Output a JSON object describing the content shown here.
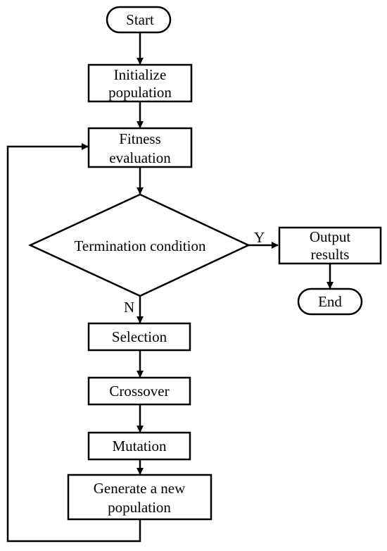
{
  "nodes": {
    "start": "Start",
    "initialize_line1": "Initialize",
    "initialize_line2": "population",
    "fitness_line1": "Fitness",
    "fitness_line2": "evaluation",
    "termination": "Termination condition",
    "output_line1": "Output",
    "output_line2": "results",
    "end": "End",
    "selection": "Selection",
    "crossover": "Crossover",
    "mutation": "Mutation",
    "generate_line1": "Generate a new",
    "generate_line2": "population"
  },
  "edge_labels": {
    "yes": "Y",
    "no": "N"
  }
}
